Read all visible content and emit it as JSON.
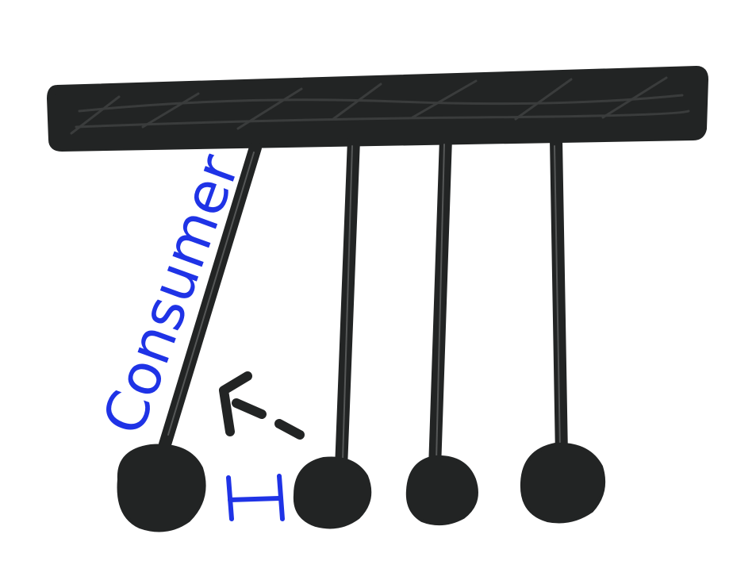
{
  "colors": {
    "ink": "#222424",
    "annotation": "#1f33e6",
    "background": "#ffffff"
  },
  "labels": {
    "consumer": "Consumer",
    "impact_marker": "I"
  },
  "elements": {
    "balls": [
      "ball-1",
      "ball-2",
      "ball-3",
      "ball-4"
    ],
    "arrow": "dashed-arrow-icon"
  }
}
